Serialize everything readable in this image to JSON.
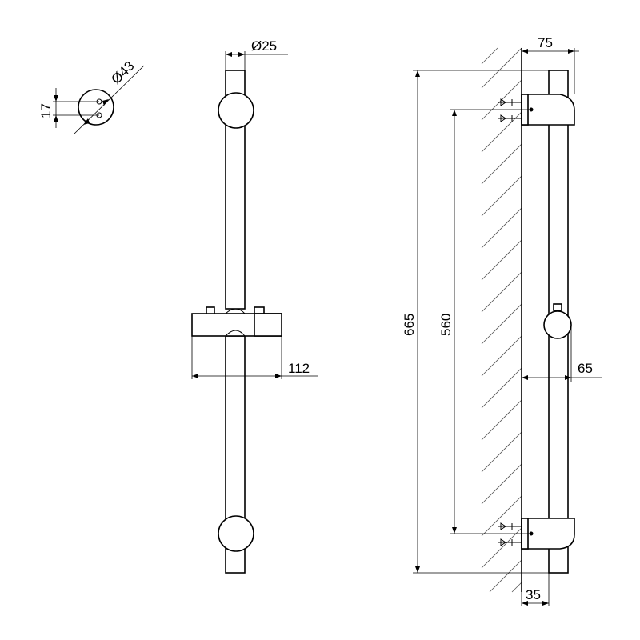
{
  "dimensions": {
    "end_diameter": "Ø43",
    "hole_spacing": "17",
    "bar_diameter": "Ø25",
    "slider_width": "112",
    "total_length": "665",
    "mount_spacing": "560",
    "bracket_depth": "75",
    "holder_depth": "65",
    "bar_offset": "35"
  }
}
